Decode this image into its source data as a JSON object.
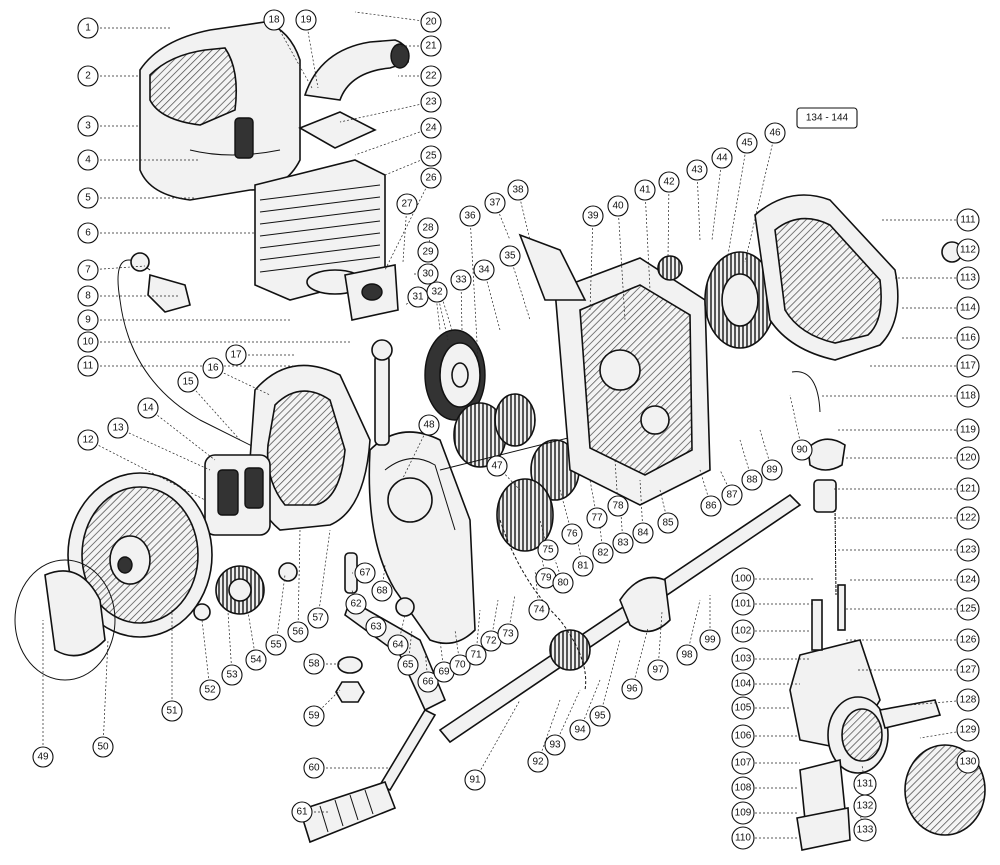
{
  "labels": [
    "1",
    "2",
    "3",
    "4",
    "5",
    "6",
    "7",
    "8",
    "9",
    "10",
    "11",
    "12",
    "13",
    "14",
    "15",
    "16",
    "17",
    "18",
    "19",
    "20",
    "21",
    "22",
    "23",
    "24",
    "25",
    "26",
    "27",
    "28",
    "29",
    "30",
    "31",
    "32",
    "33",
    "34",
    "35",
    "36",
    "37",
    "38",
    "39",
    "40",
    "41",
    "42",
    "43",
    "44",
    "45",
    "46",
    "47",
    "48",
    "49",
    "50",
    "51",
    "52",
    "53",
    "54",
    "55",
    "56",
    "57",
    "58",
    "59",
    "60",
    "61",
    "62",
    "63",
    "64",
    "65",
    "66",
    "67",
    "68",
    "69",
    "70",
    "71",
    "72",
    "73",
    "74",
    "75",
    "76",
    "77",
    "78",
    "79",
    "80",
    "81",
    "82",
    "83",
    "84",
    "85",
    "86",
    "87",
    "88",
    "89",
    "90",
    "91",
    "92",
    "93",
    "94",
    "95",
    "96",
    "97",
    "98",
    "99",
    "100",
    "101",
    "102",
    "103",
    "104",
    "105",
    "106",
    "107",
    "108",
    "109",
    "110",
    "111",
    "112",
    "113",
    "114",
    "116",
    "117",
    "118",
    "119",
    "120",
    "121",
    "122",
    "123",
    "124",
    "125",
    "126",
    "127",
    "128",
    "129",
    "130",
    "131",
    "132",
    "133"
  ],
  "range_label": "134 - 144"
}
